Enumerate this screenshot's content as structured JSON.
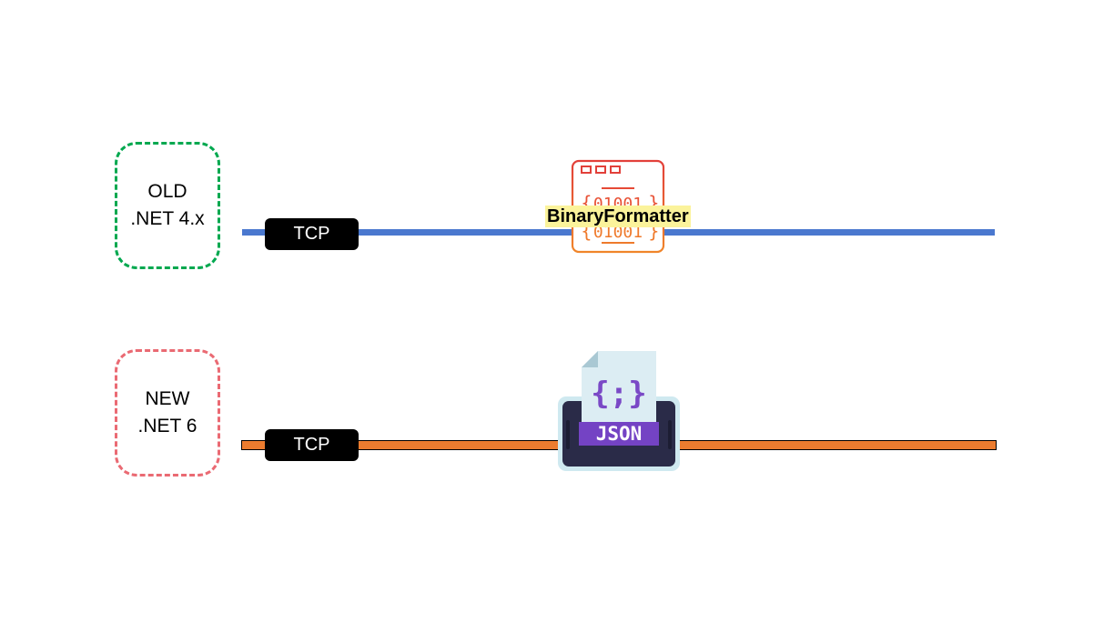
{
  "nodes": {
    "old": {
      "line1": "OLD",
      "line2": ".NET 4.x"
    },
    "new": {
      "line1": "NEW",
      "line2": ".NET 6"
    }
  },
  "links": {
    "old": {
      "protocol": "TCP",
      "serializer": "BinaryFormatter",
      "color": "#4a78cf"
    },
    "new": {
      "protocol": "TCP",
      "serializer_icon_text": "JSON",
      "color": "#ec7c2f"
    }
  },
  "icons": {
    "binary": {
      "name": "binary-code-window-icon",
      "code_text": "01001"
    },
    "json": {
      "name": "json-document-printer-icon",
      "braces_text": "{;}"
    }
  },
  "colors": {
    "old_border": "#00a84f",
    "new_border": "#ea6a73",
    "highlight": "#fbf39b"
  }
}
